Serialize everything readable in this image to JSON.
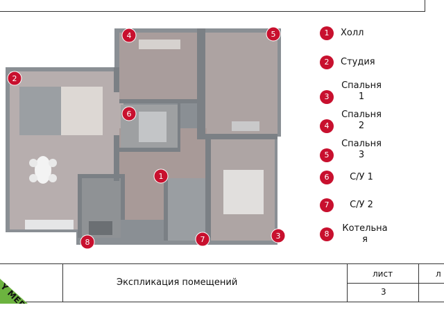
{
  "legend": [
    {
      "num": "1",
      "label": "Холл"
    },
    {
      "num": "2",
      "label": "Студия"
    },
    {
      "num": "3",
      "label": "Спальня 1"
    },
    {
      "num": "4",
      "label": "Спальня 2"
    },
    {
      "num": "5",
      "label": "Спальня 3"
    },
    {
      "num": "6",
      "label": "С/У 1"
    },
    {
      "num": "7",
      "label": "С/У 2"
    },
    {
      "num": "8",
      "label": "Котельная"
    }
  ],
  "plan_markers": [
    "1",
    "2",
    "3",
    "4",
    "5",
    "6",
    "7",
    "8"
  ],
  "title_block": {
    "title": "Экспликация помещений",
    "sheet_header": "лист",
    "sheet_value": "3",
    "sheet_header_cut": "л"
  },
  "logo": {
    "text": "LEROY MERLIN",
    "visible_text": "Y MERLIN",
    "color": "#6cb33f"
  },
  "colors": {
    "marker": "#c8102e",
    "wall": "#8a8f94",
    "floor": "#a89a98"
  }
}
